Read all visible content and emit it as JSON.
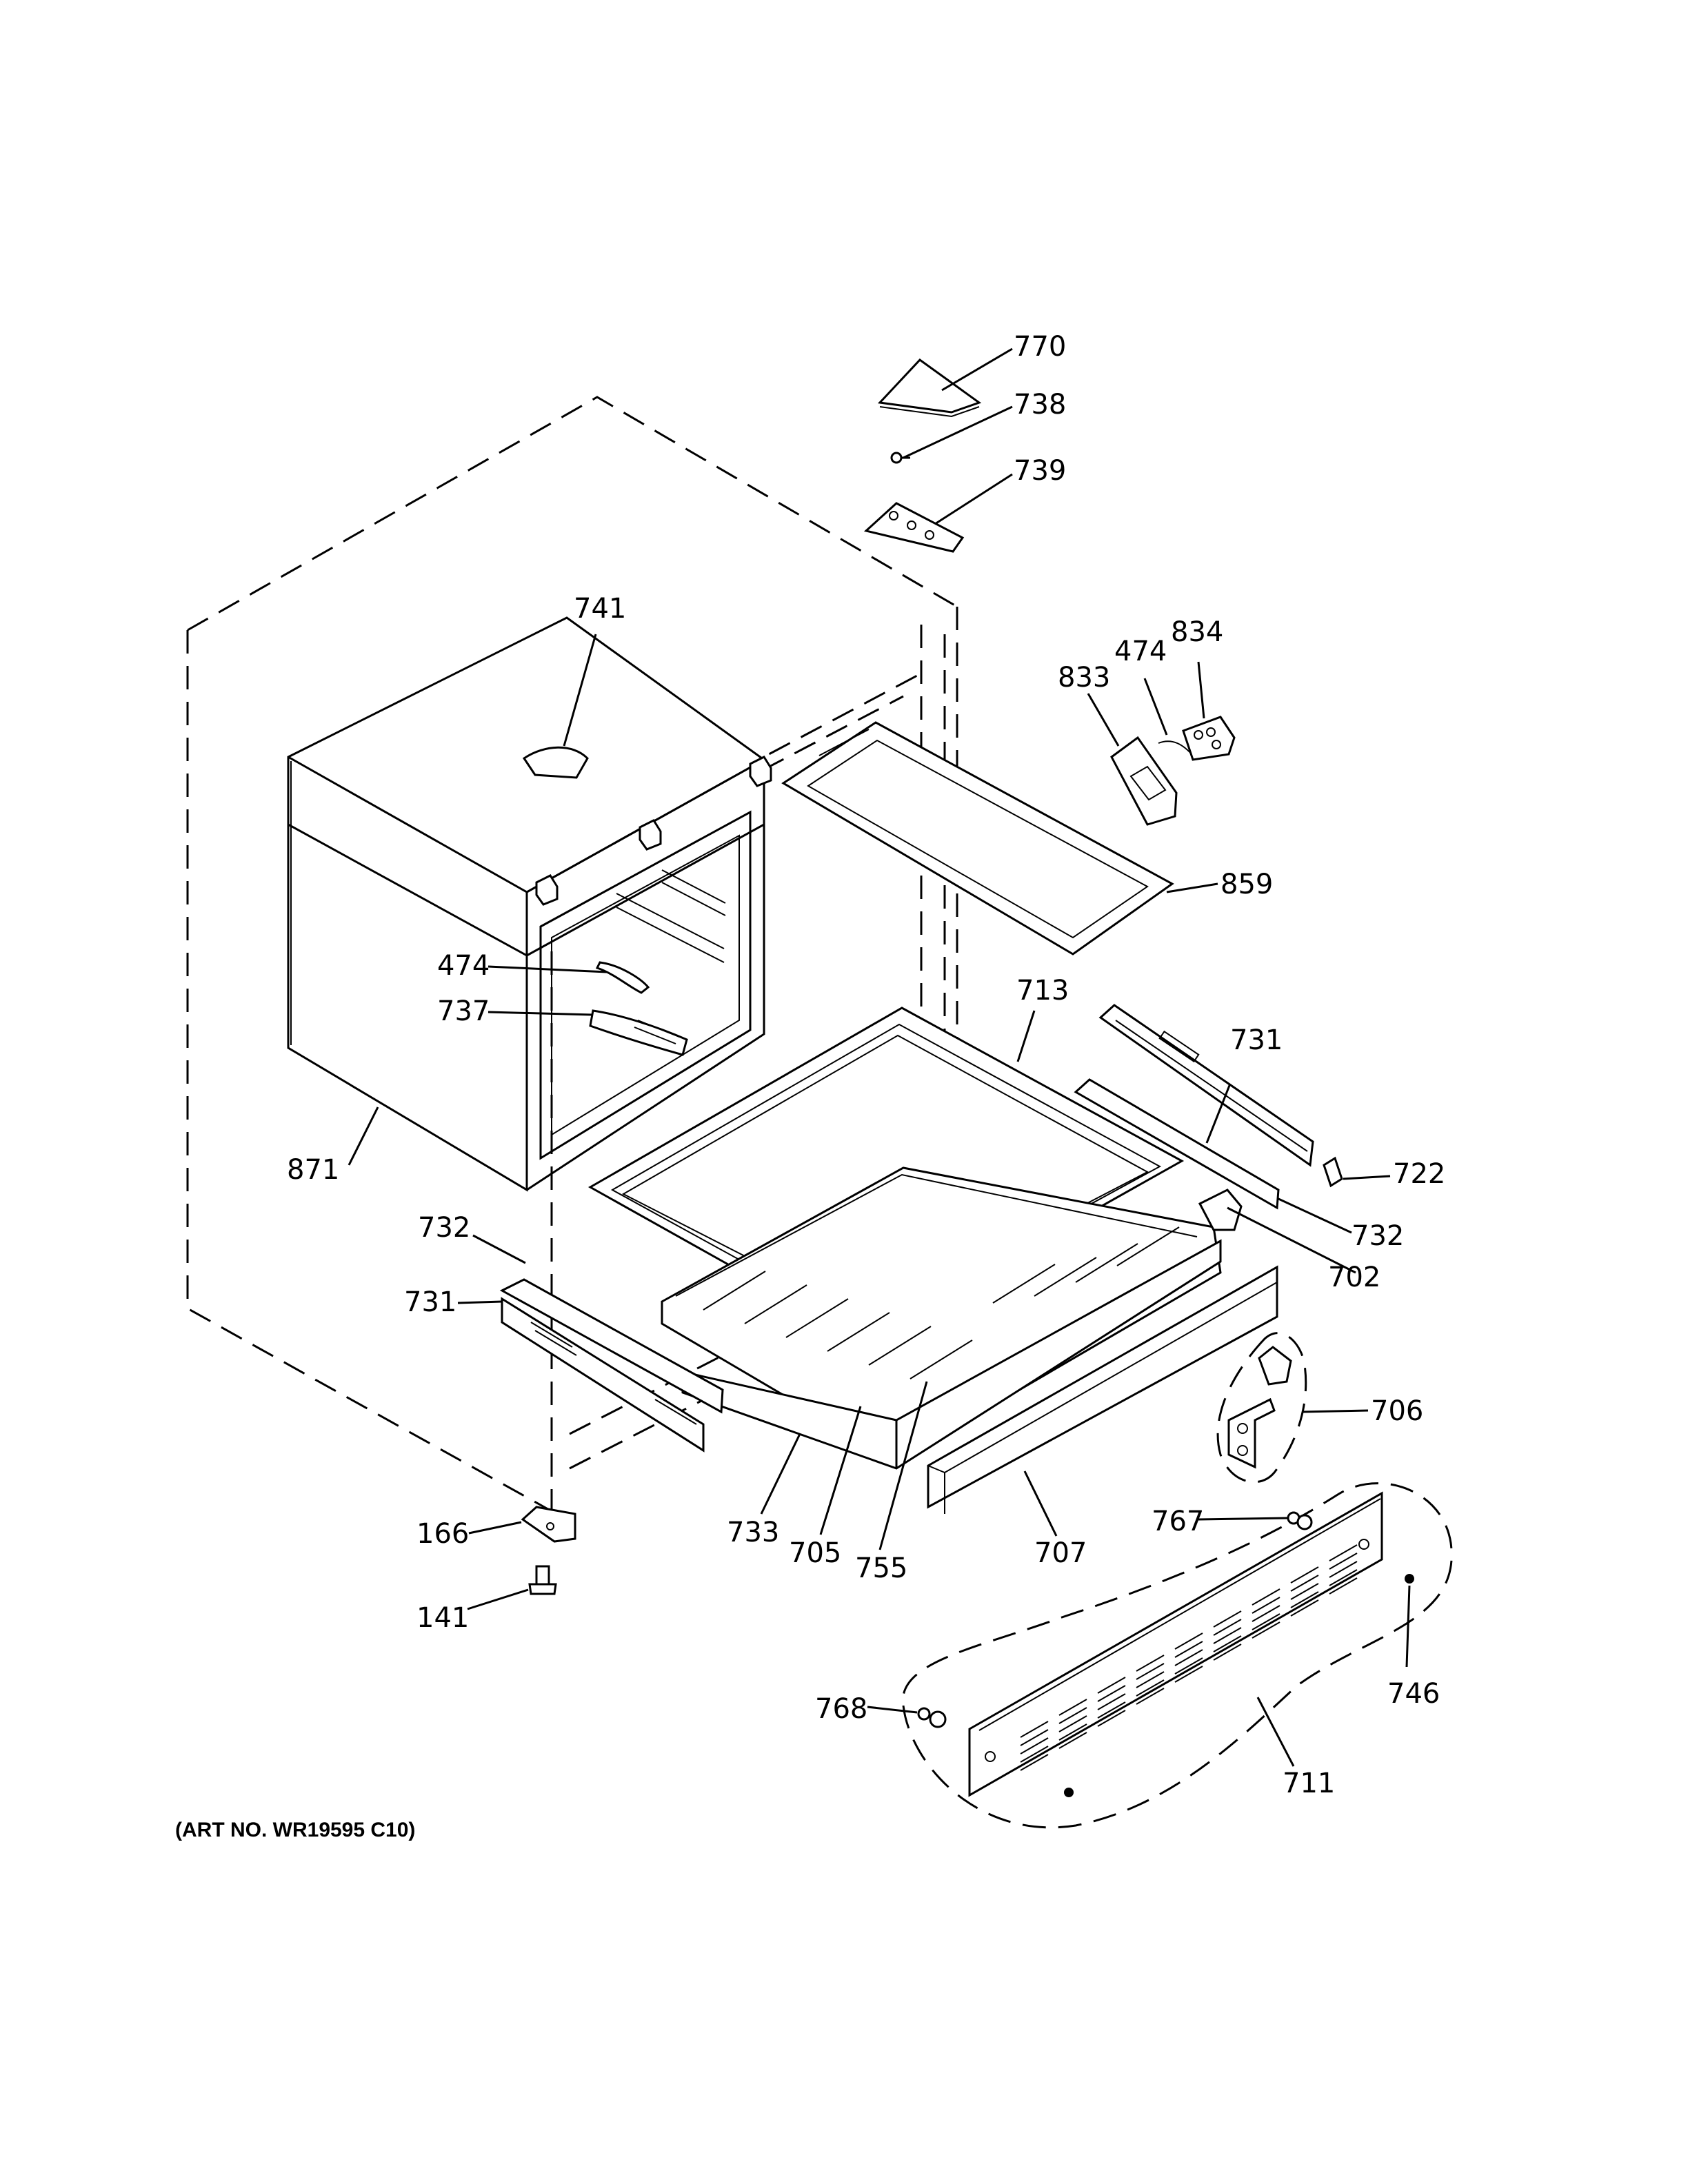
{
  "figure": {
    "art_number": "(ART NO. WR19595 C10)"
  },
  "callouts": [
    {
      "id": "c770",
      "label": "770"
    },
    {
      "id": "c738",
      "label": "738"
    },
    {
      "id": "c739",
      "label": "739"
    },
    {
      "id": "c741",
      "label": "741"
    },
    {
      "id": "c834",
      "label": "834"
    },
    {
      "id": "c474a",
      "label": "474"
    },
    {
      "id": "c833",
      "label": "833"
    },
    {
      "id": "c859",
      "label": "859"
    },
    {
      "id": "c474b",
      "label": "474"
    },
    {
      "id": "c737",
      "label": "737"
    },
    {
      "id": "c713",
      "label": "713"
    },
    {
      "id": "c731a",
      "label": "731"
    },
    {
      "id": "c871",
      "label": "871"
    },
    {
      "id": "c722",
      "label": "722"
    },
    {
      "id": "c732a",
      "label": "732"
    },
    {
      "id": "c732b",
      "label": "732"
    },
    {
      "id": "c702",
      "label": "702"
    },
    {
      "id": "c731b",
      "label": "731"
    },
    {
      "id": "c706",
      "label": "706"
    },
    {
      "id": "c166",
      "label": "166"
    },
    {
      "id": "c733",
      "label": "733"
    },
    {
      "id": "c705",
      "label": "705"
    },
    {
      "id": "c755",
      "label": "755"
    },
    {
      "id": "c707",
      "label": "707"
    },
    {
      "id": "c767",
      "label": "767"
    },
    {
      "id": "c141",
      "label": "141"
    },
    {
      "id": "c746",
      "label": "746"
    },
    {
      "id": "c768",
      "label": "768"
    },
    {
      "id": "c711",
      "label": "711"
    }
  ]
}
